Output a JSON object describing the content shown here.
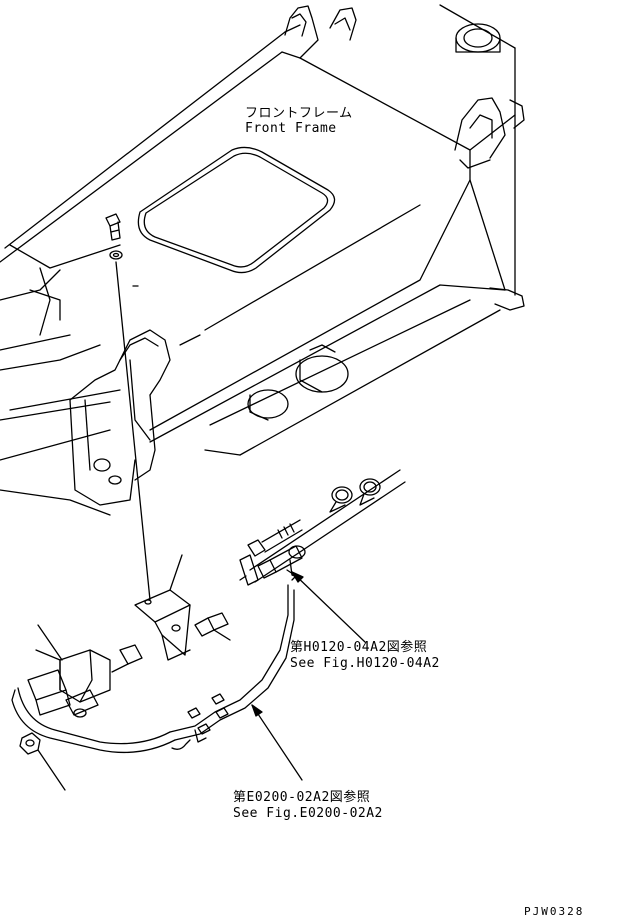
{
  "labels": {
    "front_frame_jp": "フロントフレーム",
    "front_frame_en": "Front Frame",
    "ref_h_jp": "第H0120-04A2図参照",
    "ref_h_en": "See Fig.H0120-04A2",
    "ref_e_jp": "第E0200-02A2図参照",
    "ref_e_en": "See Fig.E0200-02A2",
    "drawing_code": "PJW0328"
  },
  "colors": {
    "line": "#000000",
    "background": "#ffffff"
  }
}
